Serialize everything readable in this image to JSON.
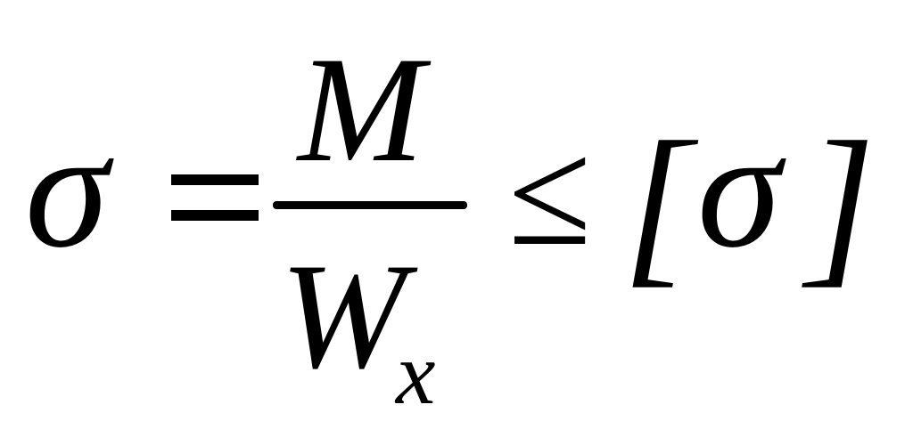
{
  "formula": {
    "lhs": "σ",
    "equals": "=",
    "numerator": "M",
    "denominator": "W",
    "subscript": "x",
    "relation": "≤",
    "bracket_open": "[",
    "rhs": "σ",
    "bracket_close": "]"
  }
}
